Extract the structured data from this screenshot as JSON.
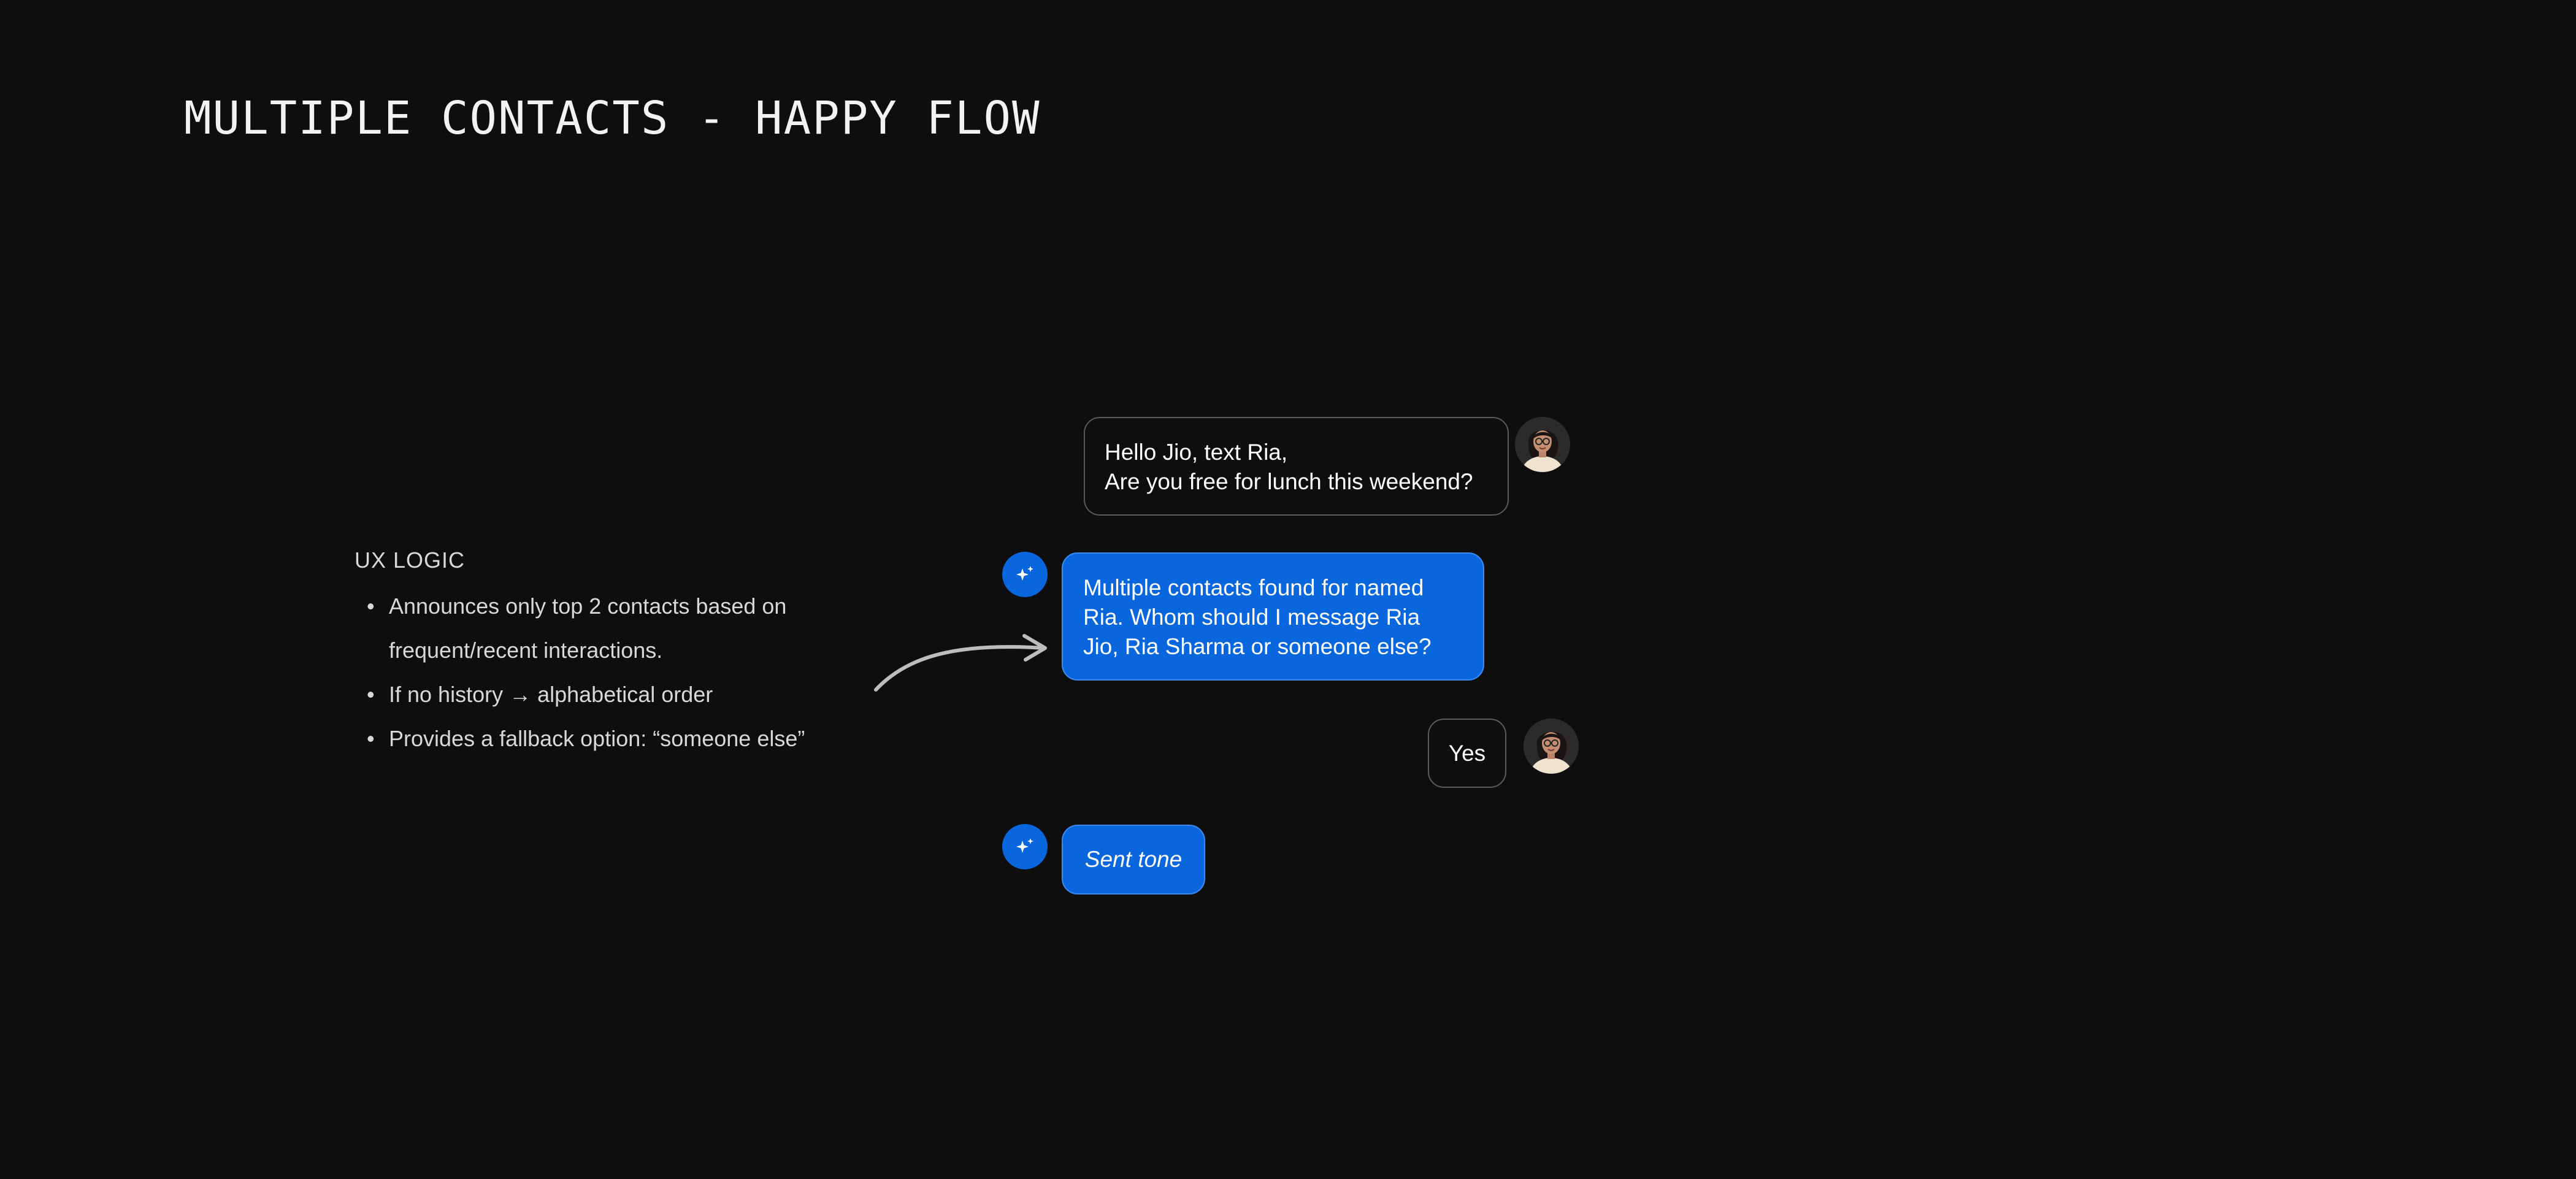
{
  "title": "MULTIPLE CONTACTS - HAPPY FLOW",
  "ux_logic": {
    "heading": "UX LOGIC",
    "bullets": [
      {
        "line1": "Announces only top 2 contacts based on",
        "line2": "frequent/recent interactions."
      },
      {
        "line1": "If no history → alphabetical order"
      },
      {
        "line1": "Provides a fallback option: “someone else”"
      }
    ]
  },
  "conversation": [
    {
      "speaker": "user",
      "lines": [
        "Hello Jio, text Ria,",
        "Are you free for lunch this weekend?"
      ]
    },
    {
      "speaker": "assistant",
      "lines": [
        "Multiple contacts found for named",
        "Ria. Whom should I message Ria",
        "Jio, Ria Sharma or someone else?"
      ]
    },
    {
      "speaker": "user",
      "lines": [
        "Yes"
      ]
    },
    {
      "speaker": "assistant",
      "lines": [
        "Sent tone"
      ]
    }
  ],
  "icons": {
    "assistant_badge": "sparkle-icon",
    "user_avatar": "user-avatar"
  },
  "colors": {
    "background": "#0e0e0e",
    "assistant_bubble": "#0a66dc",
    "user_bubble_border": "#5a5a5a"
  }
}
